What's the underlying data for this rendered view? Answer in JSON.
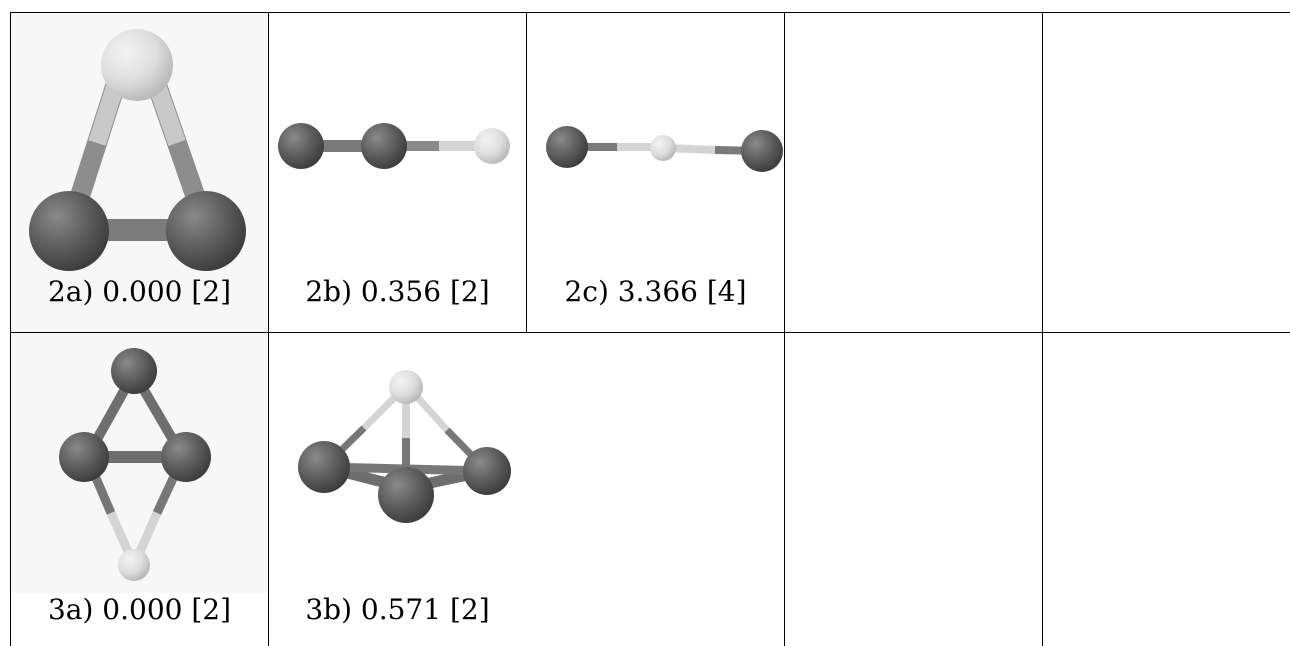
{
  "table": {
    "rows": [
      {
        "cells": [
          {
            "label": "2a) 0.000 [2]",
            "structure": "triangle-light-apex-two-dark-base"
          },
          {
            "label": "2b) 0.356 [2]",
            "structure": "linear-dark-dark-light"
          },
          {
            "label": "2c) 3.366 [4]",
            "structure": "linear-dark-light-dark"
          },
          {
            "label": ""
          },
          {
            "label": ""
          }
        ]
      },
      {
        "cells": [
          {
            "label": "3a) 0.000 [2]",
            "structure": "rhombus-three-dark-one-light"
          },
          {
            "label": "3b) 0.571 [2]",
            "structure": "pyramid-three-dark-base-light-apex"
          },
          {
            "label": ""
          },
          {
            "label": ""
          },
          {
            "label": ""
          }
        ]
      }
    ]
  },
  "colors": {
    "dark_atom": "#5f5f5f",
    "light_atom": "#e2e2e2",
    "border": "#000000"
  }
}
